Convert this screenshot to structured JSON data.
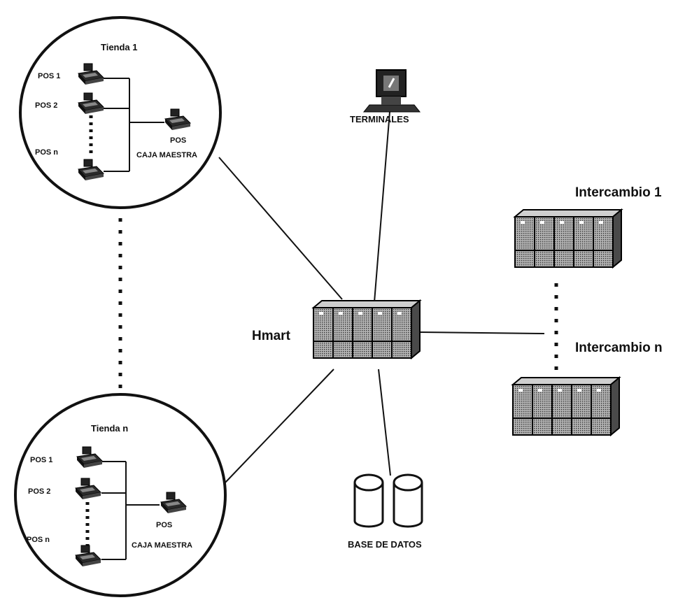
{
  "stores": [
    {
      "title": "Tienda  1",
      "pos_labels": [
        "POS 1",
        "POS 2",
        "POS  n"
      ],
      "master_label_1": "POS",
      "master_label_2": "CAJA MAESTRA"
    },
    {
      "title": "Tienda  n",
      "pos_labels": [
        "POS 1",
        "POS 2",
        "POS  n"
      ],
      "master_label_1": "POS",
      "master_label_2": "CAJA MAESTRA"
    }
  ],
  "central": {
    "label": "Hmart"
  },
  "terminals": {
    "label": "TERMINALES"
  },
  "database": {
    "label": "BASE DE DATOS"
  },
  "exchanges": [
    {
      "label": "Intercambio   1"
    },
    {
      "label": "Intercambio   n"
    }
  ],
  "colors": {
    "ink": "#111111",
    "cabinet": "#9a9a9a",
    "cabinet_dark": "#555555",
    "background": "#ffffff"
  }
}
